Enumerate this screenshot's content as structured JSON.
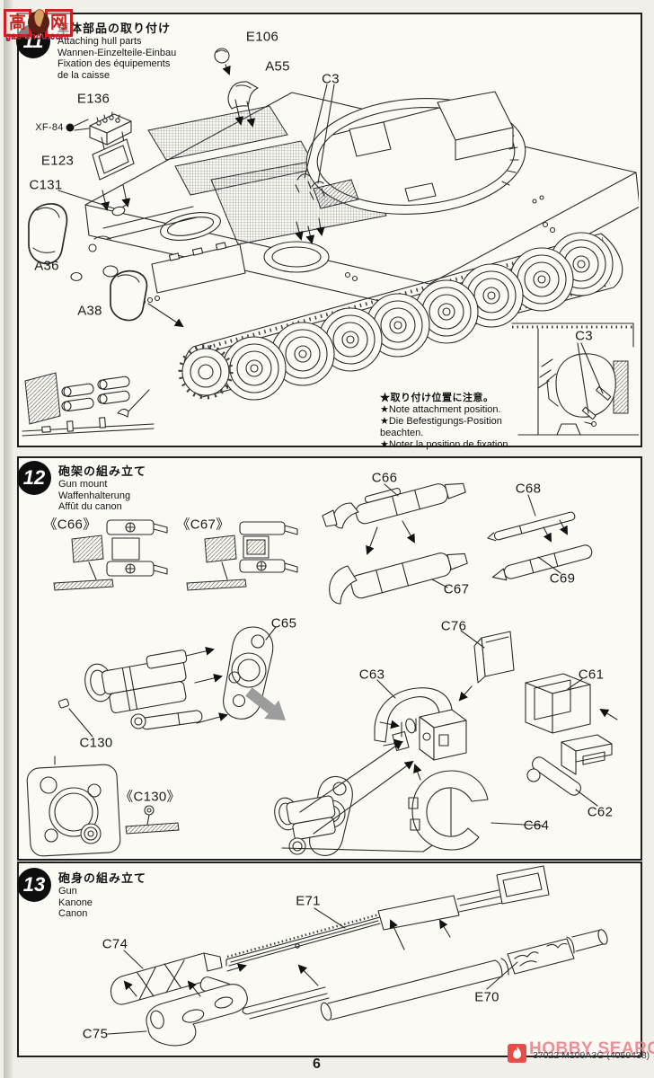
{
  "page": {
    "number": "6",
    "footer_code": "37022 M109A3G (4059438)"
  },
  "watermark_top": {
    "char_left": "高",
    "char_right": "网",
    "site": "gao-shou.com"
  },
  "watermark_bottom": {
    "brand": "HOBBY SEARCH"
  },
  "steps": [
    {
      "number": "11",
      "title_ja": "車体部品の取り付け",
      "subtitle": [
        "Attaching hull parts",
        "Wannen-Einzelteile-Einbau",
        "Fixation des équipements",
        "de la caisse"
      ],
      "labels": [
        "E106",
        "A55",
        "C3",
        "E136",
        "XF-84",
        "E123",
        "C131",
        "A36",
        "A38",
        "C3"
      ],
      "note": [
        "★取り付け位置に注意。",
        "★Note attachment position.",
        "★Die Befestigungs-Position",
        "beachten.",
        "★Noter la position de fixation."
      ]
    },
    {
      "number": "12",
      "title_ja": "砲架の組み立て",
      "subtitle": [
        "Gun mount",
        "Waffenhalterung",
        "Affût du canon"
      ],
      "labels": [
        "《C66》",
        "《C67》",
        "C66",
        "C67",
        "C68",
        "C69",
        "C65",
        "C130",
        "《C130》",
        "C76",
        "C63",
        "C61",
        "C62",
        "C64"
      ]
    },
    {
      "number": "13",
      "title_ja": "砲身の組み立て",
      "subtitle": [
        "Gun",
        "Kanone",
        "Canon"
      ],
      "labels": [
        "C74",
        "E71",
        "E70",
        "C75"
      ]
    }
  ]
}
